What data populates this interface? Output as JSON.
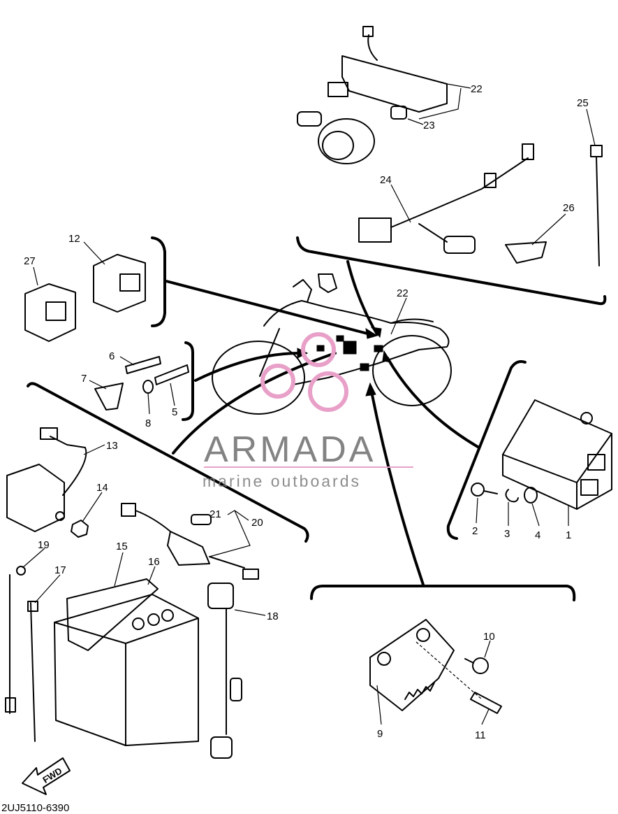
{
  "document_code": "2UJ5110-6390",
  "forward_label": "FWD",
  "watermark": {
    "brand": "ARMADA",
    "tagline": "marine outboards",
    "ring_color": "#e8a0c8"
  },
  "callouts": {
    "p1": "1",
    "p2": "2",
    "p3": "3",
    "p4": "4",
    "p5": "5",
    "p6": "6",
    "p7": "7",
    "p8": "8",
    "p9": "9",
    "p10": "10",
    "p11": "11",
    "p12": "12",
    "p13": "13",
    "p14": "14",
    "p15": "15",
    "p16": "16",
    "p17": "17",
    "p18": "18",
    "p19": "19",
    "p20": "20",
    "p21": "21",
    "p22a": "22",
    "p22b": "22",
    "p23": "23",
    "p24": "24",
    "p25": "25",
    "p26": "26",
    "p27": "27"
  }
}
